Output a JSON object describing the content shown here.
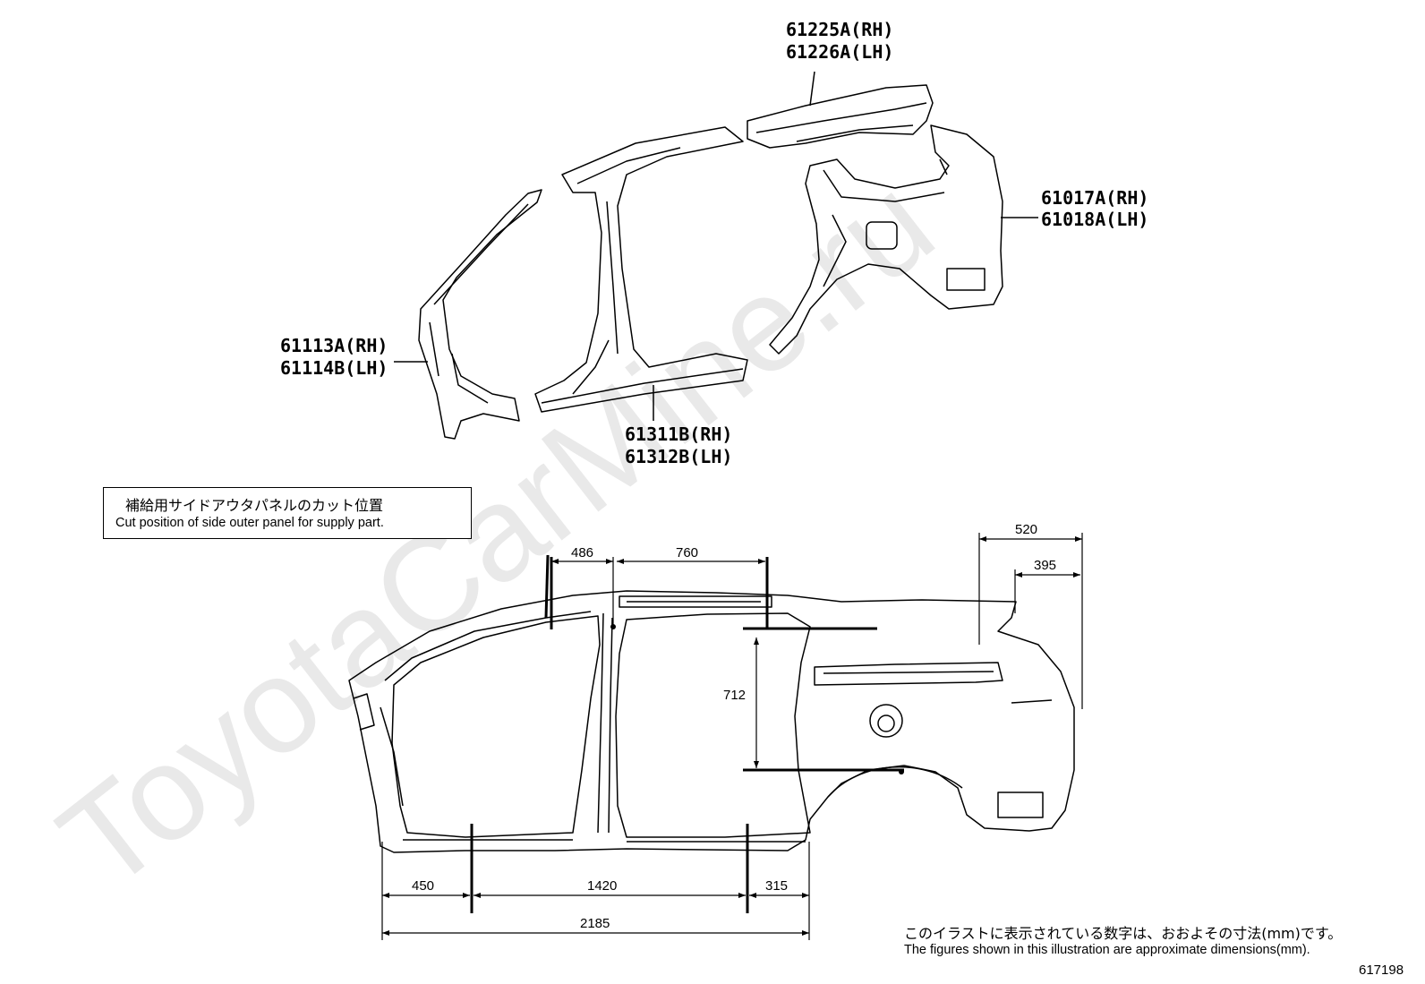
{
  "watermark": "ToyotaCarMine.ru",
  "parts": [
    {
      "id": "p1",
      "rh": "61225A(RH)",
      "lh": "61226A(LH)"
    },
    {
      "id": "p2",
      "rh": "61017A(RH)",
      "lh": "61018A(LH)"
    },
    {
      "id": "p3",
      "rh": "61113A(RH)",
      "lh": "61114B(LH)"
    },
    {
      "id": "p4",
      "rh": "61311B(RH)",
      "lh": "61312B(LH)"
    }
  ],
  "caption": {
    "ja": "補給用サイドアウタパネルのカット位置",
    "en": "Cut position of side outer panel for supply part."
  },
  "dimensions": {
    "d486": "486",
    "d760": "760",
    "d520": "520",
    "d395": "395",
    "d712": "712",
    "d450": "450",
    "d1420": "1420",
    "d315": "315",
    "d2185": "2185"
  },
  "note": {
    "ja": "このイラストに表示されている数字は、おおよその寸法(mm)です。",
    "en": "The figures shown in this illustration are approximate dimensions(mm)."
  },
  "figure_id": "617198"
}
